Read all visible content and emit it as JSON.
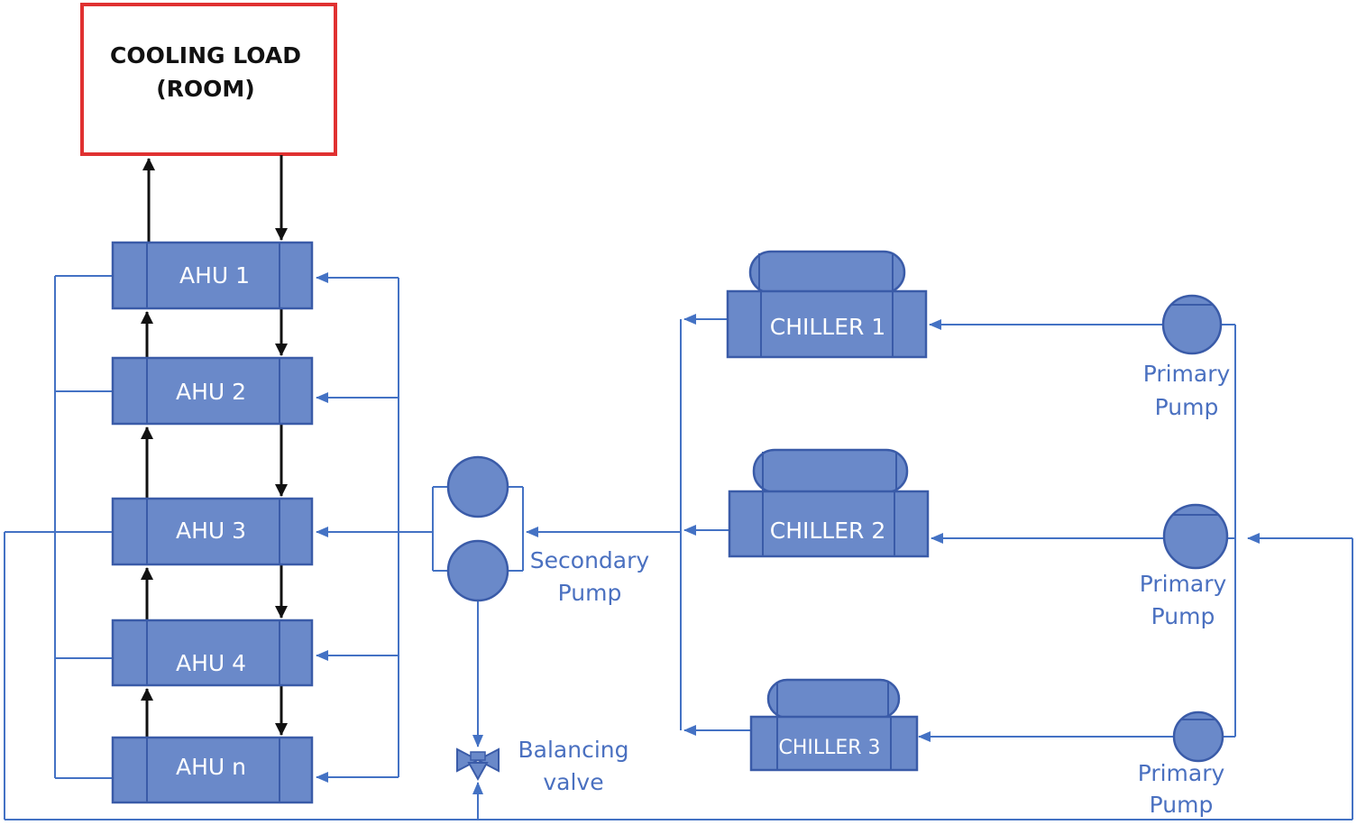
{
  "cooling_load": {
    "line1": "COOLING LOAD",
    "line2": "(ROOM)"
  },
  "ahus": [
    {
      "label": "AHU 1"
    },
    {
      "label": "AHU 2"
    },
    {
      "label": "AHU 3"
    },
    {
      "label": "AHU 4"
    },
    {
      "label": "AHU n"
    }
  ],
  "chillers": [
    {
      "label": "CHILLER 1"
    },
    {
      "label": "CHILLER 2"
    },
    {
      "label": "CHILLER 3"
    }
  ],
  "primary_pumps": [
    {
      "line1": "Primary",
      "line2": "Pump"
    },
    {
      "line1": "Primary",
      "line2": "Pump"
    },
    {
      "line1": "Primary",
      "line2": "Pump"
    }
  ],
  "secondary_pump": {
    "line1": "Secondary",
    "line2": "Pump"
  },
  "balancing_valve": {
    "line1": "Balancing",
    "line2": "valve"
  },
  "colors": {
    "pipe": "#4472c4",
    "unit_fill": "#6a89c9",
    "load_border": "#e03131",
    "air_flow": "#111111"
  }
}
